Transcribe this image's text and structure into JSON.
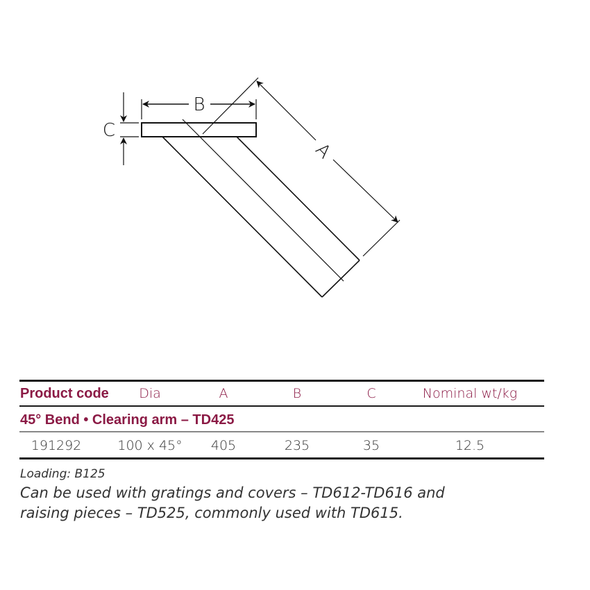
{
  "drawing": {
    "labels": {
      "a": "A",
      "b": "B",
      "c": "C"
    }
  },
  "table": {
    "headers": [
      "Product code",
      "Dia",
      "A",
      "B",
      "C",
      "Nominal wt/kg"
    ],
    "section_title": "45° Bend • Clearing arm – TD425",
    "rows": [
      [
        "191292",
        "100 x 45°",
        "405",
        "235",
        "35",
        "12.5"
      ]
    ]
  },
  "notes": {
    "loading": "Loading: B125",
    "usage_line1": "Can be used with gratings and covers – TD612-TD616 and",
    "usage_line2": "raising pieces – TD525, commonly used with TD615."
  },
  "colors": {
    "accent": "#8b1a45",
    "text": "#333333"
  }
}
